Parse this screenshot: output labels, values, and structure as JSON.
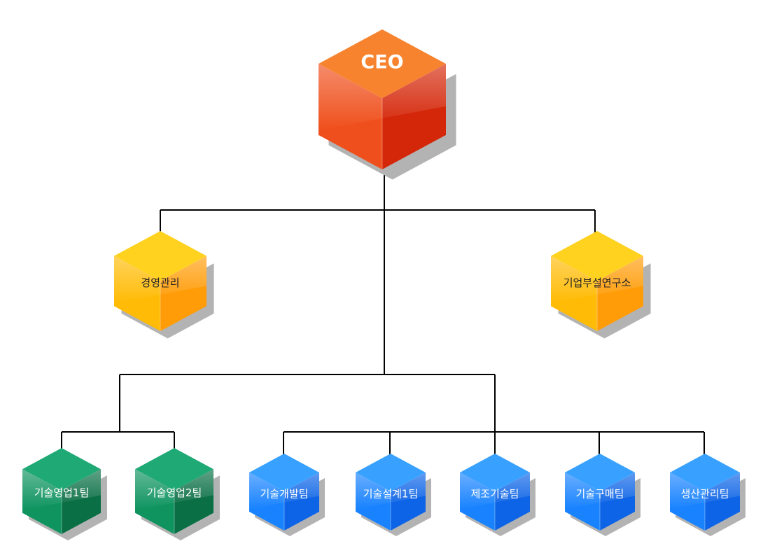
{
  "chart": {
    "nodes": [
      {
        "id": "ceo",
        "label": "CEO",
        "color": "orange-red"
      },
      {
        "id": "management",
        "label": "경영관리",
        "color": "amber"
      },
      {
        "id": "rnd",
        "label": "기업부설연구소",
        "color": "amber"
      },
      {
        "id": "sales1",
        "label": "기술영업1팀",
        "color": "green"
      },
      {
        "id": "sales2",
        "label": "기술영업2팀",
        "color": "green"
      },
      {
        "id": "dev",
        "label": "기술개발팀",
        "color": "blue"
      },
      {
        "id": "design1",
        "label": "기술설계1팀",
        "color": "blue"
      },
      {
        "id": "mfg",
        "label": "제조기술팀",
        "color": "blue"
      },
      {
        "id": "purchase",
        "label": "기술구매팀",
        "color": "blue"
      },
      {
        "id": "production",
        "label": "생산관리팀",
        "color": "blue"
      }
    ],
    "edges": [
      [
        "ceo",
        "management"
      ],
      [
        "ceo",
        "rnd"
      ],
      [
        "ceo",
        "sales1"
      ],
      [
        "ceo",
        "sales2"
      ],
      [
        "ceo",
        "dev"
      ],
      [
        "ceo",
        "design1"
      ],
      [
        "ceo",
        "mfg"
      ],
      [
        "ceo",
        "purchase"
      ],
      [
        "ceo",
        "production"
      ]
    ],
    "palette": {
      "orange-red": {
        "top": "#f7832f",
        "left": "#ef4f1c",
        "right": "#d42608",
        "text": "#ffffff"
      },
      "amber": {
        "top": "#ffd21f",
        "left": "#ffbb05",
        "right": "#ff9c08",
        "text": "#222222"
      },
      "green": {
        "top": "#1fa975",
        "left": "#0f9460",
        "right": "#0a6f45",
        "text": "#ffffff"
      },
      "blue": {
        "top": "#38a1ff",
        "left": "#1983ff",
        "right": "#0d64e6",
        "text": "#ffffff"
      }
    },
    "line_color": "#000000",
    "shadow_color": "#9a9a9a"
  }
}
